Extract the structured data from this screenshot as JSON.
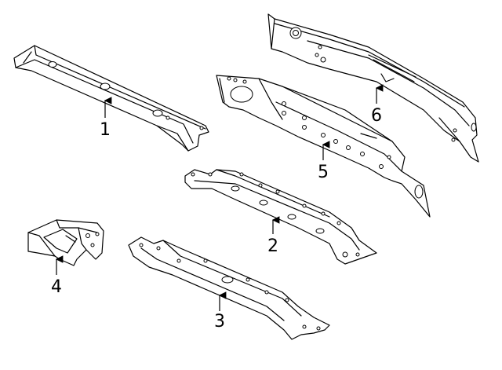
{
  "parts": [
    {
      "id": "part-1",
      "label": "1"
    },
    {
      "id": "part-2",
      "label": "2"
    },
    {
      "id": "part-3",
      "label": "3"
    },
    {
      "id": "part-4",
      "label": "4"
    },
    {
      "id": "part-5",
      "label": "5"
    },
    {
      "id": "part-6",
      "label": "6"
    }
  ]
}
